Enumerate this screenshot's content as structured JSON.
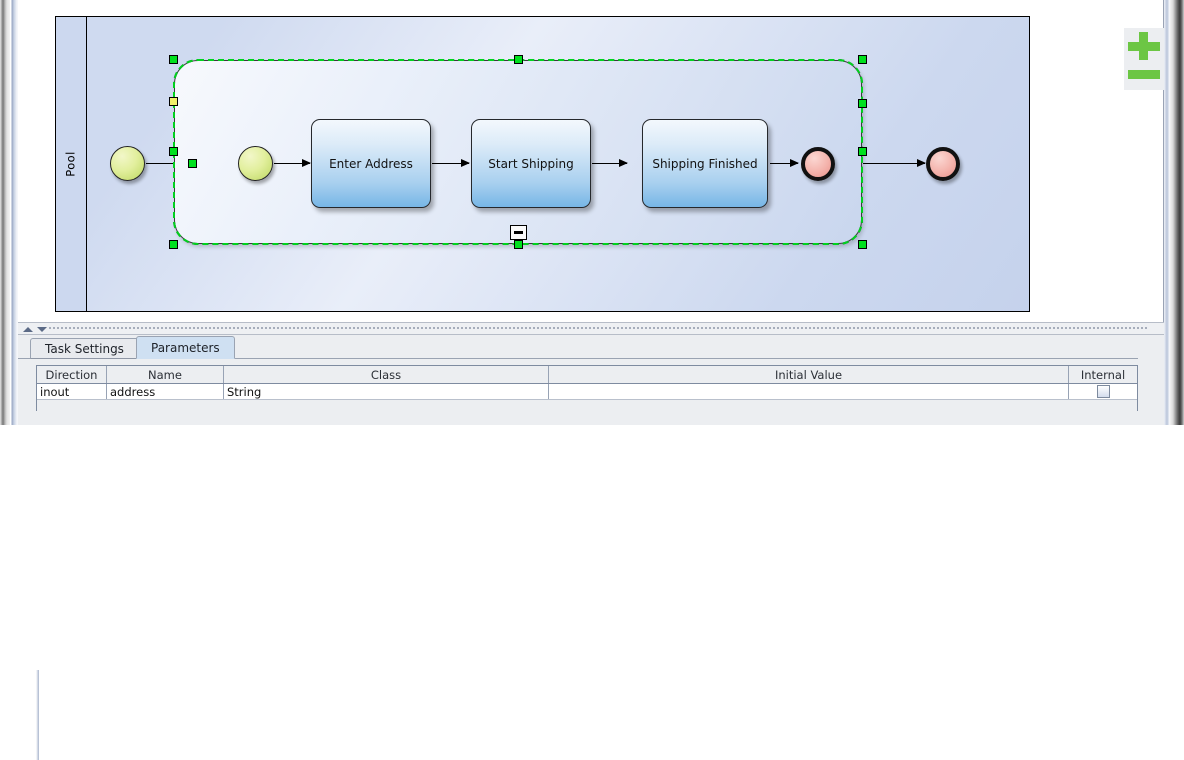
{
  "app": {
    "diagram": {
      "pool": {
        "label": "Pool"
      },
      "subprocess": {
        "selected": true,
        "collapse_toggle": "minus-icon",
        "handles": 8,
        "special_handle_color": "#f1ef6a"
      },
      "nodes": [
        {
          "type": "start-event",
          "label": "",
          "name": "start-event-outer"
        },
        {
          "type": "start-event",
          "label": "",
          "name": "start-event-inner"
        },
        {
          "type": "task",
          "label": "Enter Address",
          "name": "task-enter-address"
        },
        {
          "type": "task",
          "label": "Start Shipping",
          "name": "task-start-shipping"
        },
        {
          "type": "task",
          "label": "Shipping Finished",
          "name": "task-shipping-finished"
        },
        {
          "type": "end-event",
          "label": "",
          "name": "end-event-inner"
        },
        {
          "type": "end-event",
          "label": "",
          "name": "end-event-outer"
        }
      ],
      "colors": {
        "pool_fill": "#ccd8ef",
        "task_fill": "#a9d0ef",
        "start_event_fill": "#d7e88c",
        "end_event_fill": "#f0a79f",
        "selection": "#00e01e"
      }
    },
    "bottom_panel": {
      "tabs": [
        {
          "label": "Task Settings",
          "selected": false
        },
        {
          "label": "Parameters",
          "selected": true
        }
      ],
      "table": {
        "columns": [
          "Direction",
          "Name",
          "Class",
          "Initial Value",
          "Internal"
        ],
        "rows": [
          {
            "direction": "inout",
            "name": "address",
            "class": "String",
            "initial_value": "",
            "internal": false
          }
        ]
      },
      "buttons": {
        "add": "plus-icon",
        "remove": "minus-icon"
      }
    },
    "splitter": {
      "collapse_up": "triangle-up-icon",
      "collapse_down": "triangle-down-icon"
    }
  }
}
